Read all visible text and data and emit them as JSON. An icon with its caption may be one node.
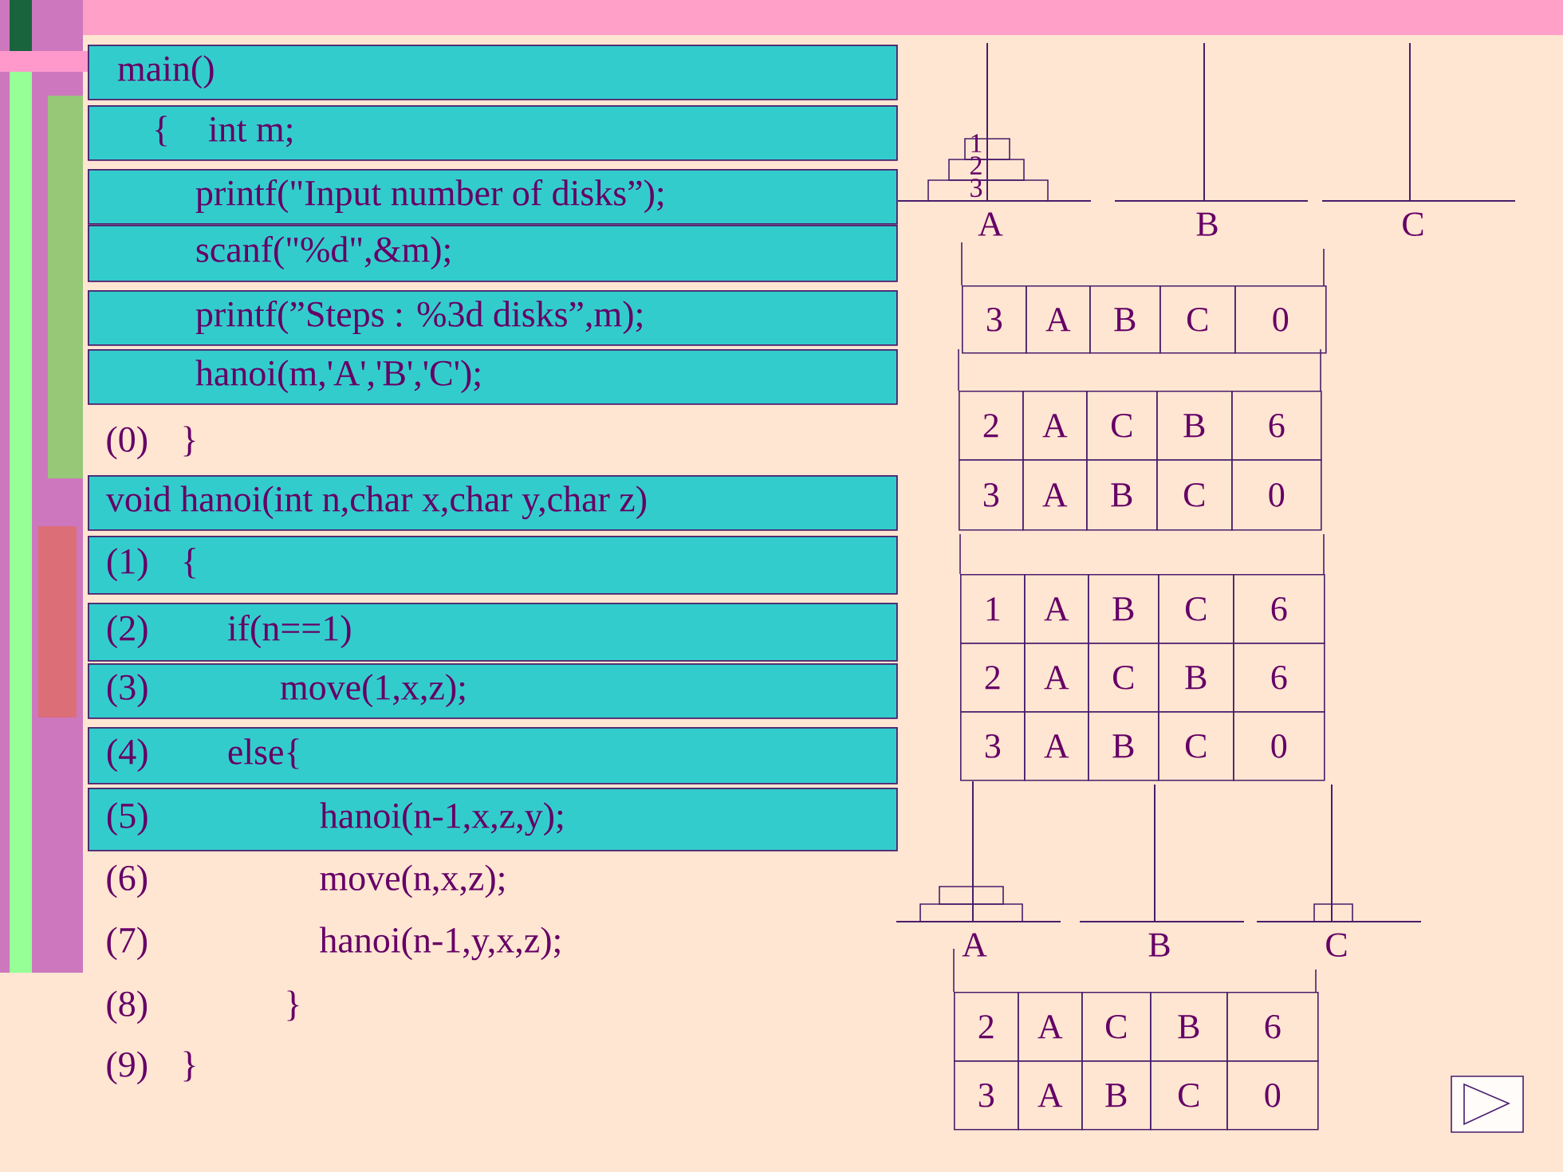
{
  "diagram": {
    "nodes": [
      {
        "text": [
          "main()"
        ]
      },
      {
        "text": [
          "{",
          "int m;"
        ]
      },
      {
        "text": [
          "printf(\"Input number of disks”);"
        ]
      },
      {
        "text": [
          "scanf(\"%d\",&m);"
        ]
      },
      {
        "text": [
          "printf(”Steps : %3d disks”,m);"
        ]
      },
      {
        "text": [
          "hanoi(m,'A','B','C');"
        ]
      },
      {
        "text": [
          "void hanoi(int n,char x,char y,char z)"
        ]
      },
      {
        "text": [
          "(1)",
          "{"
        ]
      },
      {
        "text": [
          "(2)",
          "if(n==1)"
        ]
      },
      {
        "text": [
          "(3)",
          "move(1,x,z);"
        ]
      },
      {
        "text": [
          "(4)",
          "else{"
        ]
      },
      {
        "text": [
          "(5)",
          "hanoi(n-1,x,z,y);"
        ]
      }
    ],
    "labels": [
      "(0)",
      "}",
      "(6)",
      "move(n,x,z);",
      "(7)",
      "hanoi(n-1,y,x,z);",
      "(8)",
      "}",
      "(9)",
      "}",
      "1",
      "2",
      "3",
      "A",
      "B",
      "C",
      "3",
      "A",
      "B",
      "C",
      "0",
      "2",
      "A",
      "C",
      "B",
      "6",
      "3",
      "A",
      "B",
      "C",
      "0",
      "1",
      "A",
      "B",
      "C",
      "6",
      "2",
      "A",
      "C",
      "B",
      "6",
      "3",
      "A",
      "B",
      "C",
      "0",
      "A",
      "B",
      "C",
      "2",
      "A",
      "C",
      "B",
      "6",
      "3",
      "A",
      "B",
      "C",
      "0"
    ]
  }
}
